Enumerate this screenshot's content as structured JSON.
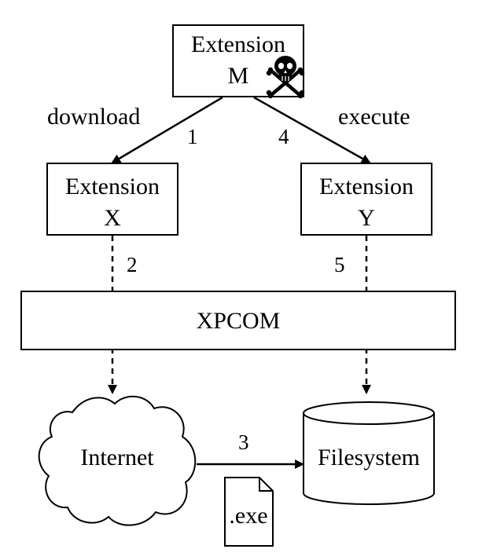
{
  "nodes": {
    "extension_m": {
      "line1": "Extension",
      "line2": "M"
    },
    "extension_x": {
      "line1": "Extension",
      "line2": "X"
    },
    "extension_y": {
      "line1": "Extension",
      "line2": "Y"
    },
    "xpcom": {
      "label": "XPCOM"
    },
    "internet": {
      "label": "Internet"
    },
    "filesystem": {
      "label": "Filesystem"
    },
    "file": {
      "label": ".exe"
    }
  },
  "edges": {
    "download": {
      "label": "download",
      "step": "1"
    },
    "execute": {
      "label": "execute",
      "step": "4"
    },
    "x_to_internet": {
      "step": "2"
    },
    "internet_to_filesystem": {
      "step": "3"
    },
    "y_to_filesystem": {
      "step": "5"
    }
  },
  "icons": {
    "malicious": "skull-and-crossbones-icon"
  }
}
